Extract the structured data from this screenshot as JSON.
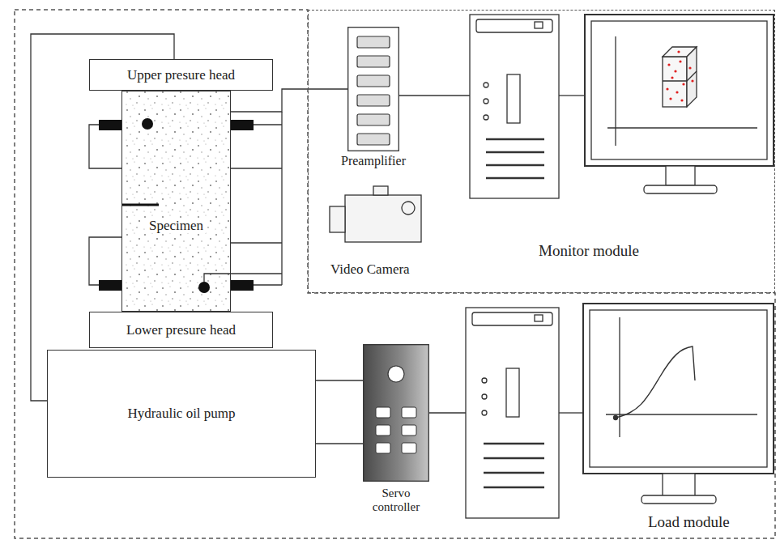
{
  "diagram": {
    "nodes": [
      {
        "text": [
          "Load module"
        ]
      },
      {
        "text": [
          "Upper presure head"
        ],
        "in": 0
      },
      {
        "text": [
          "Specimen"
        ],
        "in": 0
      },
      {
        "text": [
          "Lower presure head"
        ],
        "in": 0
      },
      {
        "text": [
          "Monitor module"
        ]
      },
      {
        "text": [
          "Preamplifier"
        ],
        "in": 4
      },
      {
        "text": [
          "Video Camera"
        ],
        "in": 4
      },
      {
        "text": [
          "Hydraulic oil pump"
        ],
        "in": 0
      },
      {
        "text": [
          "Servo controller"
        ],
        "in": 0
      }
    ],
    "edges": [
      {
        "from": 7,
        "to": 1,
        "arrow": "none"
      },
      {
        "from": 2,
        "to": 5,
        "arrow": "none"
      },
      {
        "from": 7,
        "to": 8,
        "arrow": "none"
      },
      {
        "from": 7,
        "to": 8,
        "arrow": "none"
      }
    ]
  }
}
